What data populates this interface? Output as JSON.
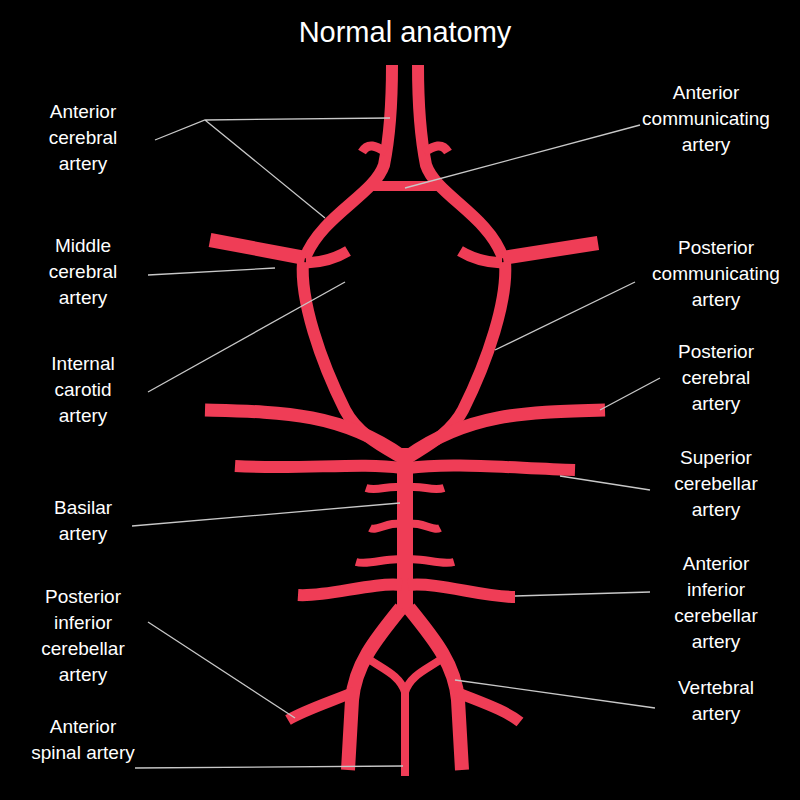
{
  "diagram": {
    "title": "Normal anatomy",
    "labels": [
      "Anterior cerebral artery",
      "Anterior communicating artery",
      "Middle cerebral artery",
      "Posterior communicating artery",
      "Internal carotid artery",
      "Posterior cerebral artery",
      "Superior cerebellar artery",
      "Basilar artery",
      "Anterior inferior cerebellar artery",
      "Posterior inferior cerebellar artery",
      "Vertebral artery",
      "Anterior spinal artery"
    ]
  }
}
